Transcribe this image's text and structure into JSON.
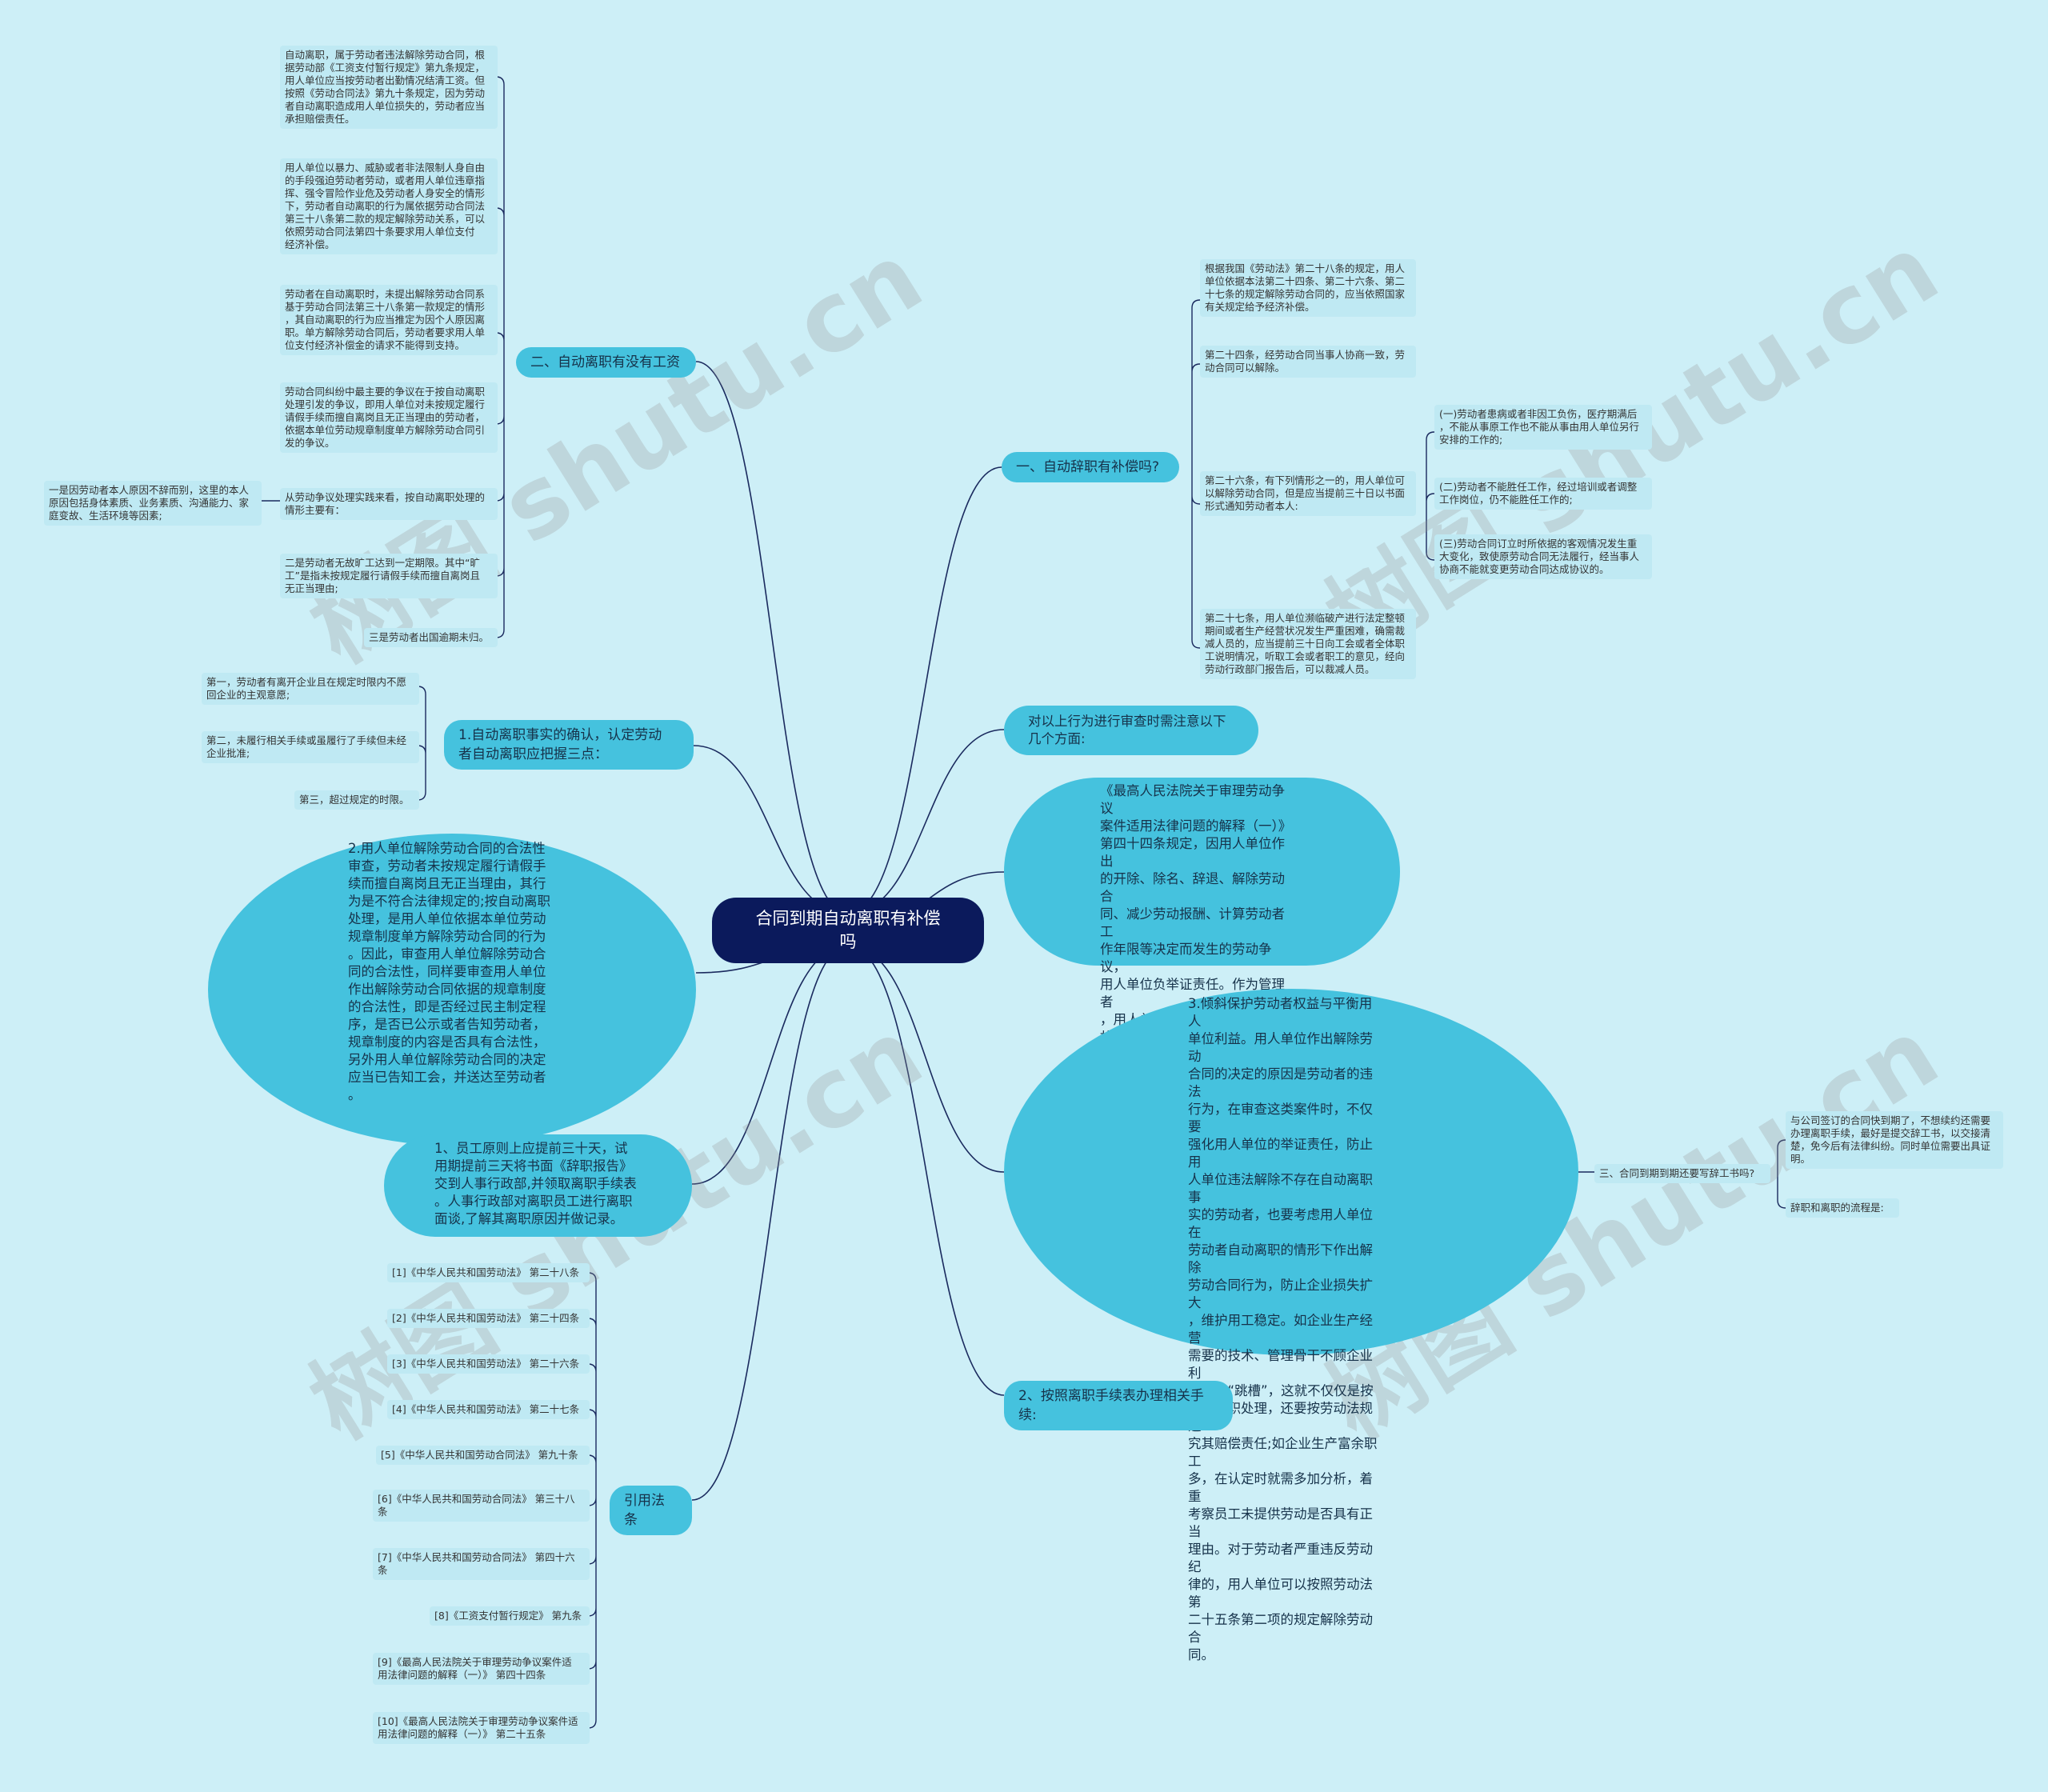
{
  "root": {
    "label": "合同到期自动离职有补偿\n吗"
  },
  "branches": {
    "auto_leave_wages": "二、自动离职有没有工资",
    "recognition": "1.自动离职事实的确认，认定劳动\n者自动离职应把握三点：",
    "legality": "2.用人单位解除劳动合同的合法性\n审查，劳动者未按规定履行请假手\n续而擅自离岗且无正当理由，其行\n为是不符合法律规定的;按自动离职\n处理，是用人单位依据本单位劳动\n规章制度单方解除劳动合同的行为\n。因此，审查用人单位解除劳动合\n同的合法性，同样要审查用人单位\n作出解除劳动合同依据的规章制度\n的合法性，即是否经过民主制定程\n序，是否已公示或者告知劳动者，\n规章制度的内容是否具有合法性，\n另外用人单位解除劳动合同的决定\n应当已告知工会，并送达至劳动者\n。",
    "resign_steps": "1、员工原则上应提前三十天，试\n用期提前三天将书面《辞职报告》\n交到人事行政部,并领取离职手续表\n。人事行政部对离职员工进行离职\n面谈,了解其离职原因并做记录。",
    "laws": "引用法条",
    "resign_compensation": "一、自动辞职有补偿吗?",
    "review": "对以上行为进行审查时需注意以下\n几个方面:",
    "interpretation": "《最高人民法院关于审理劳动争议\n案件适用法律问题的解释（一）》\n第四十四条规定，因用人单位作出\n的开除、除名、辞退、解除劳动合\n同、减少劳动报酬、计算劳动者工\n作年限等决定而发生的劳动争议，\n用人单位负举证责任。作为管理者\n，用人单位始终处于主动地位，故\n用人单位应就其有关职工“自动离\n职”的主张承担举证责任。",
    "protection": "3.倾斜保护劳动者权益与平衡用人\n单位利益。用人单位作出解除劳动\n合同的决定的原因是劳动者的违法\n行为，在审查这类案件时，不仅要\n强化用人单位的举证责任，防止用\n人单位违法解除不存在自动离职事\n实的劳动者，也要考虑用人单位在\n劳动者自动离职的情形下作出解除\n劳动合同行为，防止企业损失扩大\n，维护用工稳定。如企业生产经营\n需要的技术、管理骨干不顾企业利\n益擅自“跳槽”，这就不仅仅是按\n自动离职处理，还要按劳动法规追\n究其赔偿责任;如企业生产富余职工\n多，在认定时就需多加分析，着重\n考察员工未提供劳动是否具有正当\n理由。对于劳动者严重违反劳动纪\n律的，用人单位可以按照劳动法第\n二十五条第二项的规定解除劳动合\n同。",
    "procedure": "2、按照离职手续表办理相关手续:"
  },
  "wage_leaves": [
    "自动离职，属于劳动者违法解除劳动合同，根\n据劳动部《工资支付暂行规定》第九条规定，\n用人单位应当按劳动者出勤情况结清工资。但\n按照《劳动合同法》第九十条规定，因为劳动\n者自动离职造成用人单位损失的，劳动者应当\n承担赔偿责任。",
    "用人单位以暴力、威胁或者非法限制人身自由\n的手段强迫劳动者劳动，或者用人单位违章指\n挥、强令冒险作业危及劳动者人身安全的情形\n下，劳动者自动离职的行为属依据劳动合同法\n第三十八条第二款的规定解除劳动关系，可以\n依照劳动合同法第四十条要求用人单位支付\n经济补偿。",
    "劳动者在自动离职时，未提出解除劳动合同系\n基于劳动合同法第三十八条第一款规定的情形\n，其自动离职的行为应当推定为因个人原因离\n职。单方解除劳动合同后，劳动者要求用人单\n位支付经济补偿金的请求不能得到支持。",
    "劳动合同纠纷中最主要的争议在于按自动离职\n处理引发的争议，即用人单位对未按规定履行\n请假手续而擅自离岗且无正当理由的劳动者，\n依据本单位劳动规章制度单方解除劳动合同引\n发的争议。",
    "从劳动争议处理实践来看，按自动离职处理的\n情形主要有：",
    "二是劳动者无故旷工达到一定期限。其中“旷\n工”是指未按规定履行请假手续而擅自离岗且\n无正当理由;",
    "三是劳动者出国逾期未归。"
  ],
  "wage_subleaf": "一是因劳动者本人原因不辞而别，这里的本人\n原因包括身体素质、业务素质、沟通能力、家\n庭变故、生活环境等因素;",
  "recognition_leaves": [
    "第一，劳动者有离开企业且在规定时限内不愿\n回企业的主观意愿;",
    "第二，未履行相关手续或虽履行了手续但未经\n企业批准;",
    "第三，超过规定的时限。"
  ],
  "law_leaves": [
    "[1]《中华人民共和国劳动法》 第二十八条",
    "[2]《中华人民共和国劳动法》 第二十四条",
    "[3]《中华人民共和国劳动法》 第二十六条",
    "[4]《中华人民共和国劳动法》 第二十七条",
    "[5]《中华人民共和国劳动合同法》 第九十条",
    "[6]《中华人民共和国劳动合同法》 第三十八\n条",
    "[7]《中华人民共和国劳动合同法》 第四十六\n条",
    "[8]《工资支付暂行规定》 第九条",
    "[9]《最高人民法院关于审理劳动争议案件适\n用法律问题的解释（一）》 第四十四条",
    "[10]《最高人民法院关于审理劳动争议案件适\n用法律问题的解释（一）》 第二十五条"
  ],
  "compensation_leaves": [
    "根据我国《劳动法》第二十八条的规定，用人\n单位依据本法第二十四条、第二十六条、第二\n十七条的规定解除劳动合同的，应当依照国家\n有关规定给予经济补偿。",
    "第二十四条，经劳动合同当事人协商一致，劳\n动合同可以解除。",
    "第二十六条，有下列情形之一的，用人单位可\n以解除劳动合同，但是应当提前三十日以书面\n形式通知劳动者本人:",
    "第二十七条，用人单位濒临破产进行法定整顿\n期间或者生产经营状况发生严重困难，确需裁\n减人员的，应当提前三十日向工会或者全体职\n工说明情况，听取工会或者职工的意见，经向\n劳动行政部门报告后，可以裁减人员。"
  ],
  "article26_leaves": [
    "(一)劳动者患病或者非因工负伤，医疗期满后\n，不能从事原工作也不能从事由用人单位另行\n安排的工作的;",
    "(二)劳动者不能胜任工作，经过培训或者调整\n工作岗位，仍不能胜任工作的;",
    "(三)劳动合同订立时所依据的客观情况发生重\n大变化，致使原劳动合同无法履行，经当事人\n协商不能就变更劳动合同达成协议的。"
  ],
  "question_node": "三、合同到期到期还要写辞工书吗?",
  "question_leaves": [
    "与公司签订的合同快到期了，不想续约还需要\n办理离职手续，最好是提交辞工书，以交接清\n楚，免今后有法律纠纷。同时单位需要出具证\n明。",
    "辞职和离职的流程是:"
  ],
  "watermark": "树图 shutu.cn",
  "colors": {
    "background": "#cdeff7",
    "branch": "#45c2de",
    "leaf": "#bfe9f3",
    "root": "#0b1a5c",
    "line": "#1a2a5e"
  }
}
